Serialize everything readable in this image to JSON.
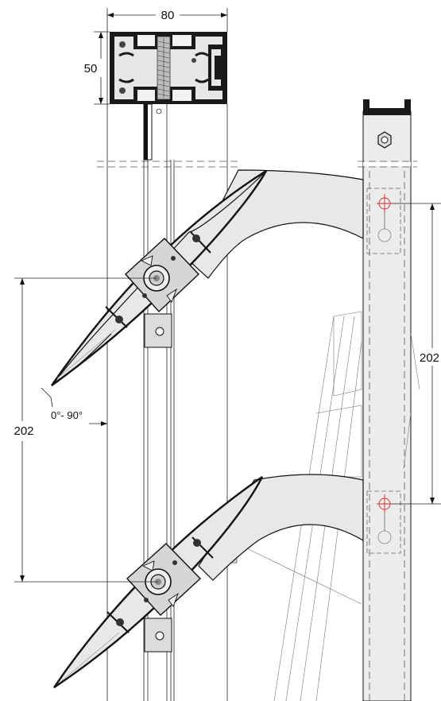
{
  "dimensions": {
    "profile_width": "80",
    "profile_height": "50",
    "rail_spacing": "202",
    "pivot_spacing": "202",
    "rotation_range": "0°- 90°"
  },
  "colors": {
    "line": "#111111",
    "fill_grey": "#e8e8e8",
    "fill_light": "#f2f2f2",
    "accent_red": "#d42a2a"
  }
}
